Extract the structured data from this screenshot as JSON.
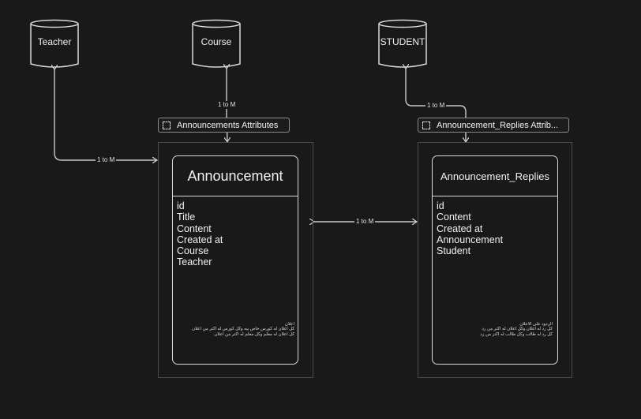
{
  "entities": {
    "teacher": "Teacher",
    "course": "Course",
    "student": "STUDENT"
  },
  "frames": {
    "announcement_attrs": "Announcements Attributes",
    "replies_attrs": "Announcement_Replies Attrib..."
  },
  "announcement": {
    "title": "Announcement",
    "fields": [
      "id",
      "Title",
      "Content",
      "Created at",
      "Course",
      "Teacher"
    ],
    "note": [
      "اعلان",
      "كل اعلان له كورس خاص بيه وكل كورس له اكتر من اعلان",
      "كل اعلان له معلم وكل معلم له اكتر من اعلان"
    ]
  },
  "replies": {
    "title": "Announcement_Replies",
    "fields": [
      "id",
      "Content",
      "Created at",
      "Announcement",
      "Student"
    ],
    "note": [
      "الردود على الاعلان",
      "كل رد له اعلان وكل اعلان له اكتر من رد",
      "كل رد له طالب وكل طالب له اكتر من رد"
    ]
  },
  "relations": {
    "teacher_announcement": "1 to M",
    "course_announcement": "1 to M",
    "student_replies": "1 to M",
    "announcement_replies": "1 to M"
  },
  "colors": {
    "background": "#191919",
    "stroke": "#d8d8d8",
    "frame": "#4a4a4a"
  }
}
